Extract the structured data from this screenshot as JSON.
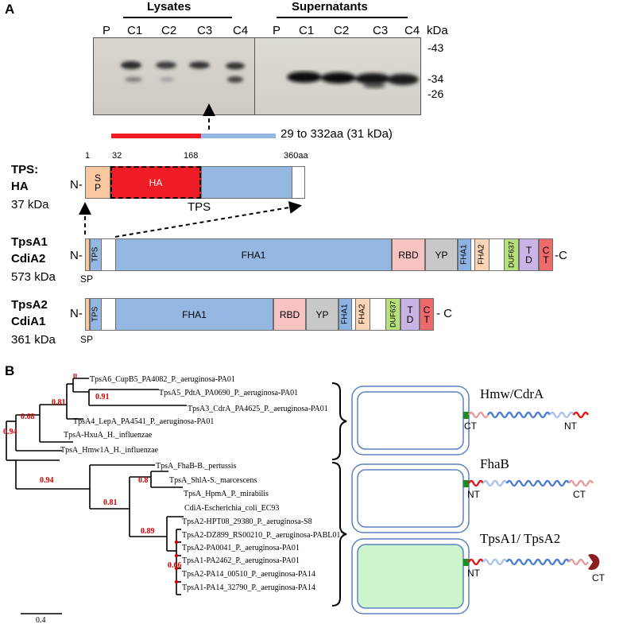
{
  "panel_a": {
    "letter": "A",
    "lysates_label": "Lysates",
    "supernatants_label": "Supernatants",
    "lanes_lysates": [
      "P",
      "C1",
      "C2",
      "C3",
      "C4"
    ],
    "lanes_supernatants": [
      "P",
      "C1",
      "C2",
      "C3",
      "C4"
    ],
    "kda_unit": "kDa",
    "markers": [
      "-43",
      "-34",
      "-26"
    ],
    "fragment_label": "29 to 332aa (31 kDa)",
    "colors": {
      "ha": "#ee1c24",
      "tps": "#95b8e2",
      "sp": "#f9c8a0"
    }
  },
  "tps_ha": {
    "name_line1": "TPS:",
    "name_line2": "HA",
    "size": "37 kDa",
    "n_term": "N-",
    "positions": [
      "1",
      "32",
      "168",
      "360aa"
    ],
    "sp_label": "S\nP",
    "ha_label": "HA",
    "tps_label": "TPS"
  },
  "tpsa1": {
    "name_line1": "TpsA1",
    "name_line2": "CdiA2",
    "size": "573 kDa",
    "n_term": "N-",
    "c_term": "-C",
    "sp_below": "SP",
    "domains": {
      "tps": "TPS",
      "fha1": "FHA1",
      "rbd": "RBD",
      "yp": "YP",
      "fha1_small": "FHA1",
      "fha2": "FHA2",
      "duf": "DUF637",
      "td": "T\nD",
      "ct": "C\nT"
    }
  },
  "tpsa2": {
    "name_line1": "TpsA2",
    "name_line2": "CdiA1",
    "size": "361 kDa",
    "n_term": "N-",
    "c_term": "- C",
    "sp_below": "SP",
    "domains": {
      "tps": "TPS",
      "fha1": "FHA1",
      "rbd": "RBD",
      "yp": "YP",
      "fha1_small": "FHA1",
      "fha2": "FHA2",
      "duf": "DUF637",
      "td": "T\nD",
      "ct": "C\nT"
    }
  },
  "panel_b": {
    "letter": "B",
    "scale": "0.4",
    "taxa": [
      "TpsA6_CupB5_PA4082_P._aeruginosa-PA01",
      "TpsA5_PdtA_PA0690_P._aeruginosa-PA01",
      "TpsA3_CdrA_PA4625_P._aeruginosa-PA01",
      "TpsA4_LepA_PA4541_P._aeruginosa-PA01",
      "TpsA-HxuA_H._influenzae",
      "TpsA_Hmw1A_H._influenzae",
      "TpsA_FhaB-B._pertussis",
      "TpsA_ShlA-S._marcescens",
      "TpsA_HpmA_P._mirabilis",
      "CdiA-Escherichia_coli_EC93",
      "TpsA2-HPT08_29380_P._aeruginosa-S8",
      "TpsA2-DZ899_RS00210_P._aeruginosa-PABL017",
      "TpsA2-PA0041_P._aeruginosa-PA01",
      "TpsA1-PA2462_P._aeruginosa-PA01",
      "TpsA2-PA14_00510_P._aeruginosa-PA14",
      "TpsA1-PA14_32790_P._aeruginosa-PA14"
    ],
    "support": [
      "0",
      "0.81",
      "0.91",
      "0.68",
      "0.94",
      "0.94",
      "0.81",
      "0.8",
      "0.89",
      "0.66"
    ],
    "groups": [
      {
        "title": "Hmw/CdrA",
        "left_end": "CT",
        "right_end": "NT",
        "fill": "#ffffff"
      },
      {
        "title": "FhaB",
        "left_end": "NT",
        "right_end": "CT",
        "fill": "#ffffff"
      },
      {
        "title": "TpsA1/ TpsA2",
        "left_end": "NT",
        "right_end": "CT",
        "fill": "#ccf5cc"
      }
    ]
  }
}
